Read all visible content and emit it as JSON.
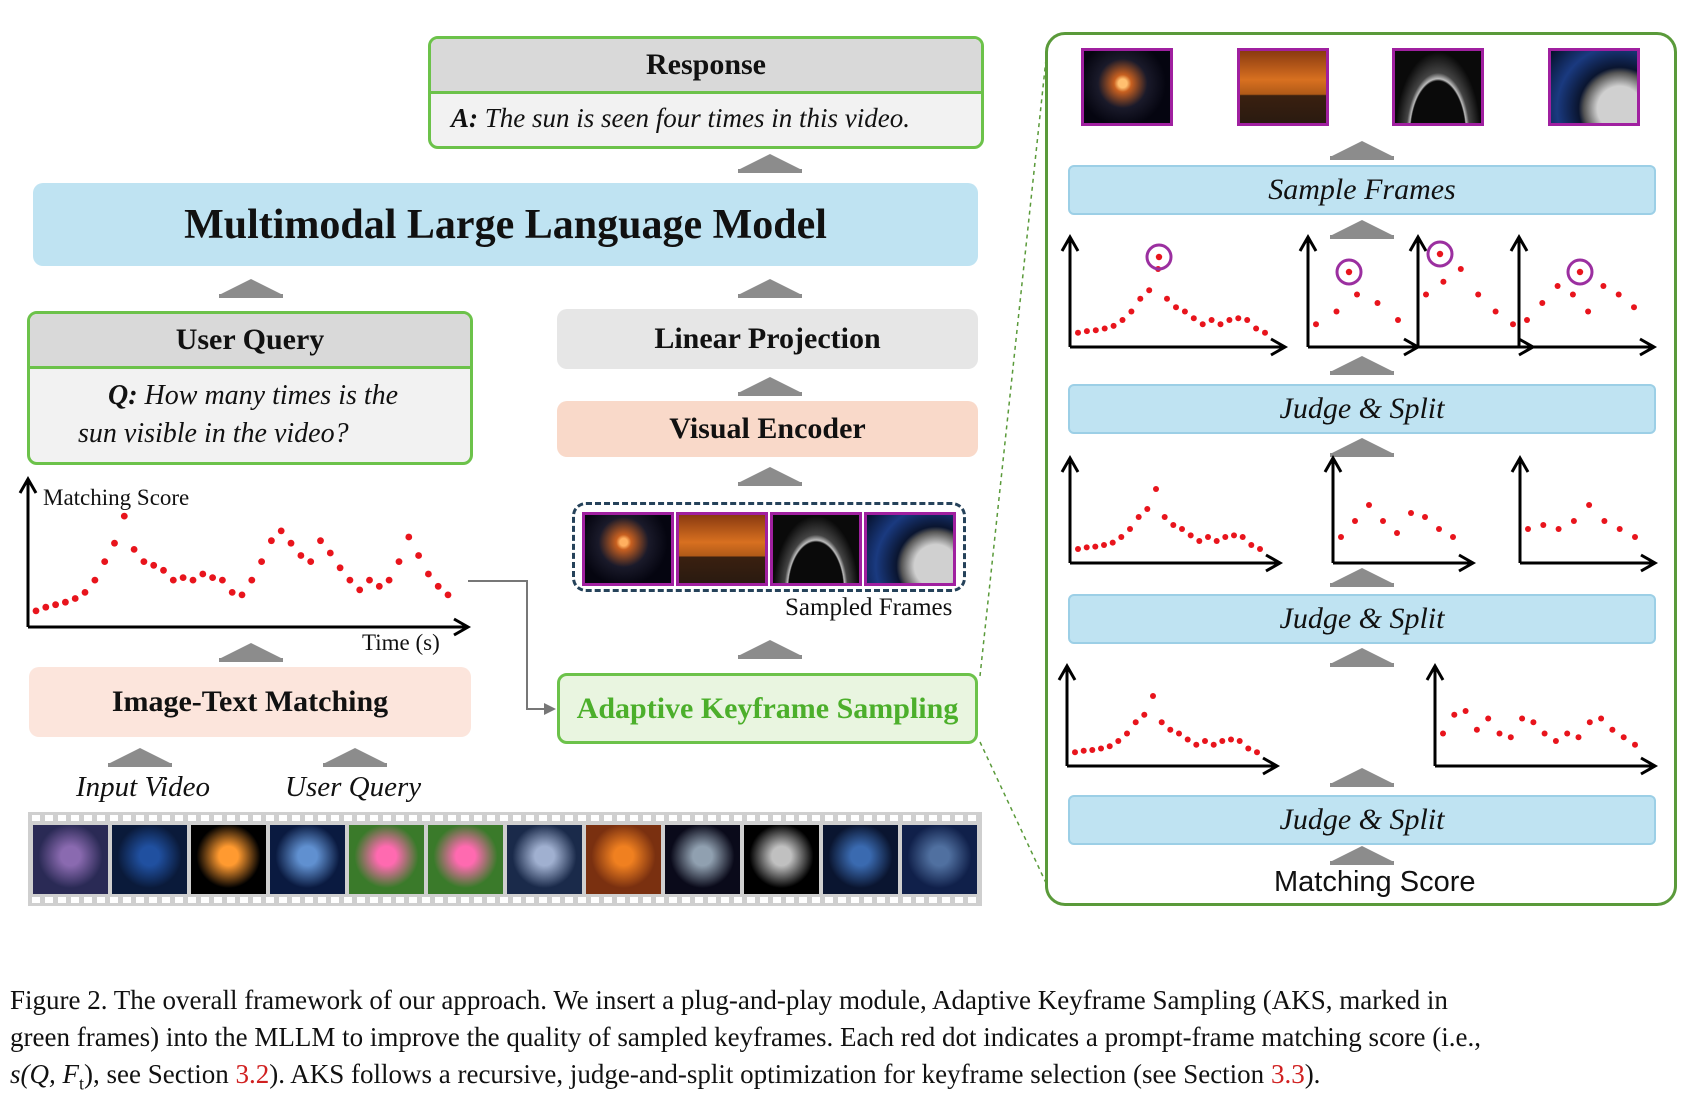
{
  "response": {
    "title": "Response",
    "answer_label": "A:",
    "answer_text": "The sun is seen four times in this video."
  },
  "mllm": {
    "label": "Multimodal Large Language Model"
  },
  "user_query_box": {
    "title": "User Query",
    "question_label": "Q:",
    "question_line1": "How many times is the",
    "question_line2": "sun visible in the video?"
  },
  "linear_projection": {
    "label": "Linear Projection"
  },
  "visual_encoder": {
    "label": "Visual Encoder"
  },
  "sampled_frames": {
    "label": "Sampled Frames"
  },
  "image_text_matching": {
    "label": "Image-Text Matching"
  },
  "aks": {
    "label": "Adaptive Keyframe Sampling"
  },
  "inputs": {
    "input_video": "Input Video",
    "user_query": "User Query"
  },
  "score_chart": {
    "ylabel": "Matching Score",
    "xlabel": "Time (s)"
  },
  "right_panel": {
    "sample_frames": "Sample Frames",
    "judge_split_1": "Judge & Split",
    "judge_split_2": "Judge & Split",
    "judge_split_3": "Judge & Split",
    "bottom_label": "Matching Score"
  },
  "caption": {
    "line1": "Figure 2.  The overall framework of our approach.  We insert a plug-and-play module, Adaptive Keyframe Sampling (AKS, marked in",
    "line2": "green frames) into the MLLM to improve the quality of sampled keyframes. Each red dot indicates a prompt-frame matching score (i.e.,",
    "line3_a": "s(Q, F",
    "line3_sub": "t",
    "line3_b": "), see Section ",
    "ref1": "3.2",
    "line3_c": "). AKS follows a recursive, judge-and-split optimization for keyframe selection (see Section ",
    "ref2": "3.3",
    "line3_d": ")."
  },
  "colors": {
    "green_border": "#6cc24a",
    "aks_text": "#4caf2b",
    "blue_box": "#bfe3f2",
    "red_dot": "#e8141c",
    "peak_circle": "#9b2fa0",
    "ref_red": "#d02020"
  },
  "chart_data": {
    "type": "scatter",
    "xlabel": "Time (s)",
    "ylabel": "Matching Score",
    "series": [
      {
        "values": [
          0.05,
          0.08,
          0.1,
          0.12,
          0.15,
          0.2,
          0.3,
          0.45,
          0.6,
          0.82,
          0.55,
          0.45,
          0.42,
          0.38,
          0.3,
          0.32,
          0.3,
          0.35,
          0.32,
          0.3,
          0.2,
          0.18,
          0.3,
          0.45,
          0.62,
          0.7,
          0.6,
          0.5,
          0.45,
          0.62,
          0.52,
          0.4,
          0.3,
          0.22,
          0.3,
          0.25,
          0.3,
          0.45,
          0.65,
          0.5,
          0.35,
          0.25,
          0.18
        ]
      }
    ]
  }
}
